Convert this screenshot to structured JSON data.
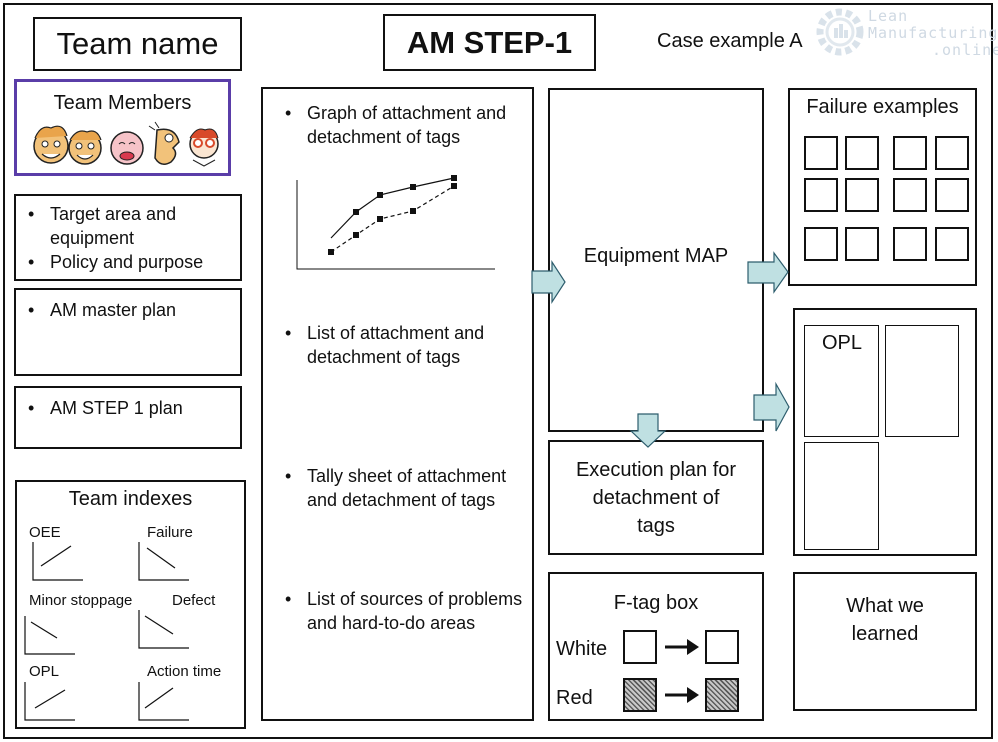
{
  "header": {
    "team_name": "Team name",
    "title": "AM STEP-1",
    "case": "Case example A"
  },
  "watermark": {
    "line1": "Lean",
    "line2": "Manufacturing",
    "line3": ".online",
    "color": "#cfd9e3"
  },
  "left_column": {
    "team_members_title": "Team Members",
    "team_members_border_color": "#5a3da8",
    "target_items": [
      "Target area and equipment",
      "Policy and purpose"
    ],
    "master_plan_items": [
      "AM master plan"
    ],
    "step1_plan_items": [
      "AM STEP 1 plan"
    ],
    "team_indexes": {
      "title": "Team indexes",
      "labels": [
        "OEE",
        "Failure",
        "Minor stoppage",
        "Defect",
        "OPL",
        "Action time"
      ]
    }
  },
  "middle_column": {
    "items": [
      "Graph of attachment and detachment of tags",
      "List of attachment and detachment of tags",
      "Tally sheet of attachment and detachment of tags",
      "List of sources of problems and hard-to-do areas"
    ]
  },
  "equipment_map": {
    "label": "Equipment MAP"
  },
  "execution_plan": {
    "label": "Execution plan for detachment of tags"
  },
  "ftag_box": {
    "title": "F-tag box",
    "row1": "White",
    "row2": "Red"
  },
  "failure_examples": {
    "title": "Failure examples"
  },
  "opl_box": {
    "label": "OPL"
  },
  "learned": {
    "label": "What we learned"
  },
  "colors": {
    "arrow_fill": "#bfe0e2",
    "arrow_stroke": "#2d5d6d"
  }
}
